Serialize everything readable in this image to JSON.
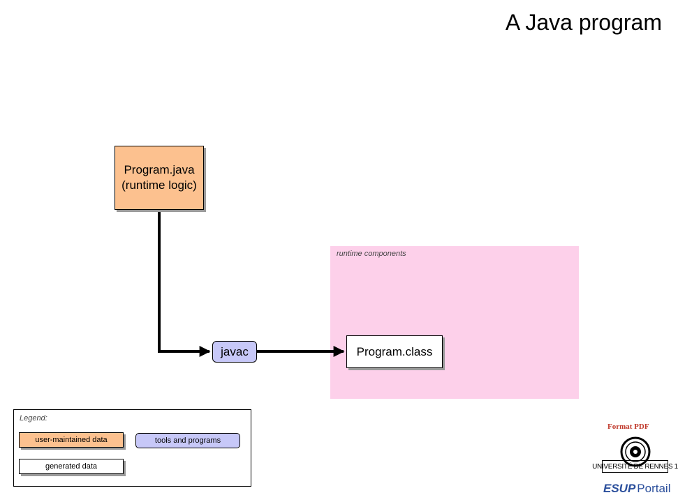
{
  "title": "A Java program",
  "runtime_region": {
    "label": "runtime components",
    "color": "#fdd0ea"
  },
  "nodes": {
    "program_java": {
      "line1": "Program.java",
      "line2": "(runtime logic)",
      "color": "#fcc18f"
    },
    "javac": {
      "label": "javac",
      "color": "#c7c8f8"
    },
    "program_class": {
      "label": "Program.class",
      "color": "#ffffff"
    }
  },
  "legend": {
    "title": "Legend:",
    "user_maintained": "user-maintained data",
    "generated": "generated data",
    "tools": "tools and programs"
  },
  "footer": {
    "format_pdf": "Format PDF",
    "university": "UNIVERSITÉ DE RENNES 1",
    "esup_a": "ESUP",
    "esup_b": "Portail"
  },
  "colors": {
    "accent_red": "#c0392b",
    "esup_blue": "#2b4f9c"
  }
}
